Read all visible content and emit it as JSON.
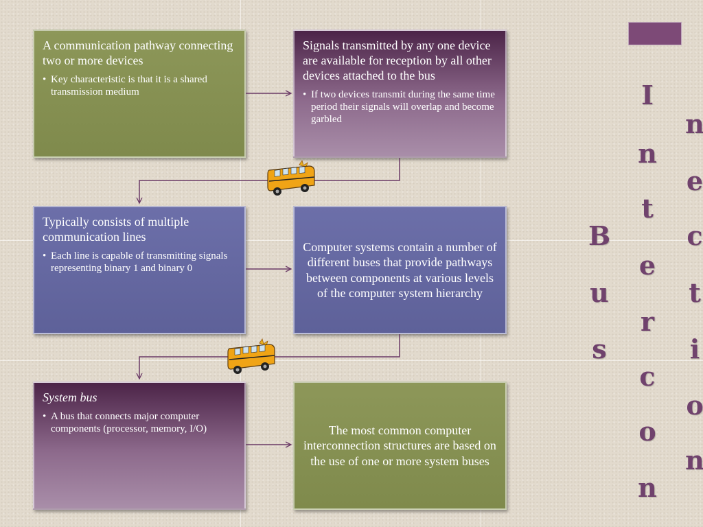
{
  "title": {
    "word1": "Bus",
    "word2": "Interconnection"
  },
  "boxes": {
    "pathway": {
      "heading": "A communication pathway connecting two or more devices",
      "bullet": "Key characteristic is that it is a shared transmission medium"
    },
    "signals": {
      "heading": "Signals transmitted by any one device are available for reception by all other devices attached to the bus",
      "bullet": "If two devices transmit during the same time period their signals will overlap and become garbled"
    },
    "lines": {
      "heading": "Typically consists of multiple communication lines",
      "bullet": "Each line is capable of transmitting signals representing binary 1 and binary 0"
    },
    "multiple_buses": {
      "text": "Computer systems contain a number of different buses that provide pathways between components at various levels of the computer system hierarchy"
    },
    "system_bus": {
      "heading": "System bus",
      "bullet": "A bus that connects major computer components (processor, memory, I/O)"
    },
    "common_structures": {
      "text": "The most common computer interconnection structures are based on the use of one or more system buses"
    }
  },
  "colors": {
    "olive": "#8d9759",
    "blue": "#6c6fa9",
    "purple_dark": "#4c2448",
    "purple_light": "#a98ea9",
    "title_color": "#70426d",
    "connector": "#6b3a66"
  },
  "icons": [
    "school-bus-icon",
    "school-bus-icon"
  ]
}
